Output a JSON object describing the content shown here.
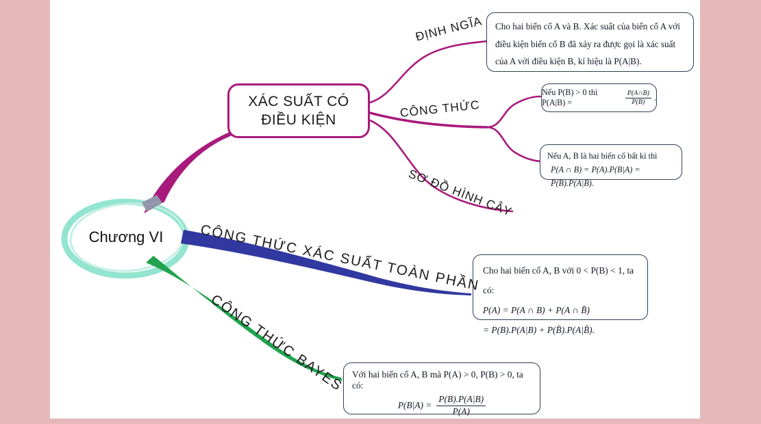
{
  "colors": {
    "background": "#e6b8ba",
    "page": "#ffffff",
    "magenta": "#a81a7c",
    "blue": "#3138a0",
    "green": "#21a24e",
    "teal": "#93e4d0",
    "teal_light": "#c2f0e4",
    "gray_overlap": "#9196a8",
    "box_border": "#2f3e54",
    "text": "#121a26"
  },
  "center": {
    "label": "Chương VI"
  },
  "node_conditional": {
    "line1": "XÁC SUẤT CÓ",
    "line2": "ĐIỀU KIỆN"
  },
  "labels": {
    "dinh_nghia": "ĐỊNH NGĨA",
    "cong_thuc": "CÔNG THỨC",
    "so_do_hinh_cay": "SƠ ĐỒ HÌNH CÂY",
    "toan_phan": "CÔNG THỨC XÁC SUẤT TOÀN PHẦN",
    "bayes": "CÔNG THỨC BAYES"
  },
  "boxes": {
    "definition": {
      "text": "Cho hai biến cố A và B. Xác suất của biến cố A với điều kiện biến cố B đã xảy ra được gọi là xác suất của A với điều kiện B, kí hiệu là P(A|B)."
    },
    "formula_conditional": {
      "prefix": "Nếu P(B) > 0 thì P(A|B) =",
      "frac_num": "P(A∩B)",
      "frac_den": "P(B)",
      "suffix": "."
    },
    "formula_multiplication": {
      "line1": "Nếu A, B là hai biến cố bất kì thì",
      "line2": "P(A ∩ B) = P(A).P(B|A) = P(B).P(A|B)."
    },
    "total_probability": {
      "line1": "Cho hai biến cố A, B với 0 < P(B) < 1, ta có:",
      "line2": "P(A) = P(A ∩ B) + P(A ∩ B̄)",
      "line3": "= P(B).P(A|B) + P(B̄).P(A|B̄)."
    },
    "bayes": {
      "line1": "Với hai biến cố A, B mà P(A) > 0, P(B) > 0, ta có:",
      "lhs": "P(B|A) =",
      "frac_num": "P(B).P(A|B)",
      "frac_den": "P(A)"
    }
  }
}
